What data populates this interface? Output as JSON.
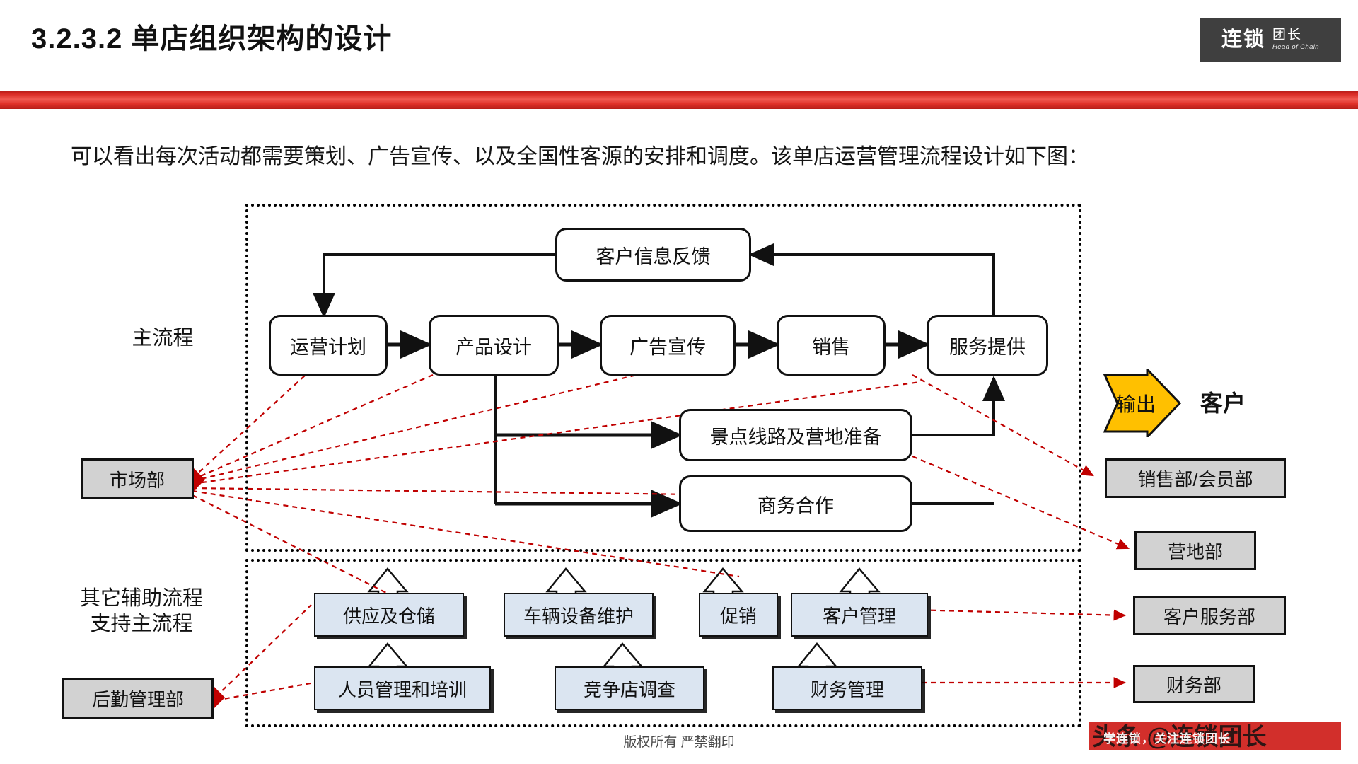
{
  "header": {
    "title": "3.2.3.2 单店组织架构的设计",
    "logo_main": "连锁",
    "logo_sub_cn": "团长",
    "logo_sub_en": "Head of Chain",
    "accent_color": "#d92a24",
    "logo_bg": "#3f3f3f"
  },
  "intro": {
    "text": "可以看出每次活动都需要策划、广告宣传、以及全国性客源的安排和调度。该单店运营管理流程设计如下图："
  },
  "diagram": {
    "side_labels": {
      "main_process": "主流程",
      "support_process": "其它辅助流程\n支持主流程"
    },
    "feedback_node": "客户信息反馈",
    "main_chain": [
      "运营计划",
      "产品设计",
      "广告宣传",
      "销售",
      "服务提供"
    ],
    "secondary_nodes": [
      "景点线路及营地准备",
      "商务合作"
    ],
    "support_top_row": [
      "供应及仓储",
      "车辆设备维护",
      "促销",
      "客户管理"
    ],
    "support_bottom_row": [
      "人员管理和培训",
      "竞争店调查",
      "财务管理"
    ],
    "left_departments": [
      "市场部",
      "后勤管理部"
    ],
    "right_departments": [
      "销售部/会员部",
      "营地部",
      "客户服务部",
      "财务部"
    ],
    "output": {
      "arrow_label": "输出",
      "target_label": "客户",
      "arrow_color": "#ffc000"
    },
    "colors": {
      "support_box_fill": "#dbe5f1",
      "department_fill": "#d2d2d2",
      "dotted_link": "#c00000",
      "node_border": "#111111"
    }
  },
  "footer": {
    "copyright": "版权所有  严禁翻印",
    "watermark_main": "头条 @连锁团长",
    "watermark_sub": "学连锁，关注连锁团长"
  }
}
